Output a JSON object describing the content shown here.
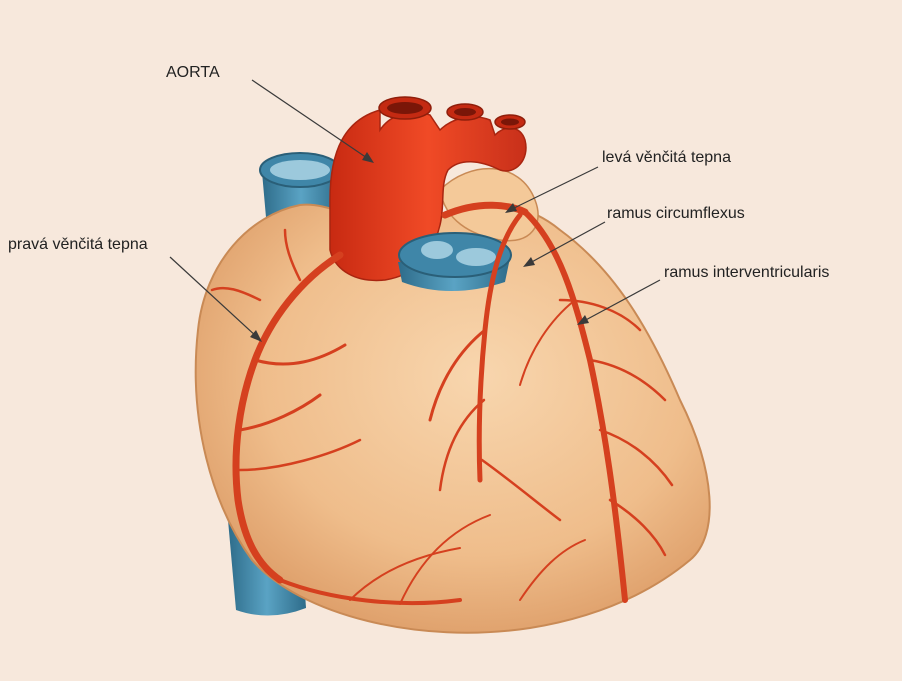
{
  "colors": {
    "background": "#f7e8dc",
    "heart": "#f1c08f",
    "aorta": "#e23a1c",
    "artery": "#d5401f",
    "vein": "#3f86a8",
    "label_text": "#222222"
  },
  "labels": {
    "aorta": "AORTA",
    "left_coronary": "levá věnčitá tepna",
    "circumflex": "ramus circumflexus",
    "right_coronary": "pravá věnčitá tepna",
    "interventricular": "ramus interventricularis"
  }
}
